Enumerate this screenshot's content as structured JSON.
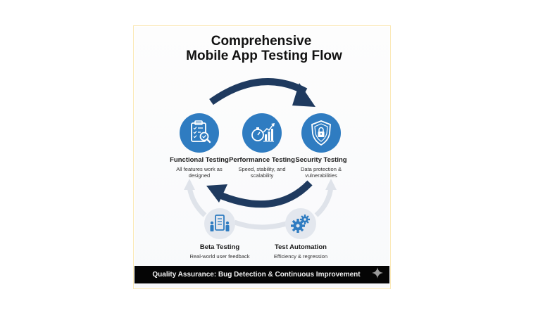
{
  "title": {
    "line1": "Comprehensive",
    "line2": "Mobile App Testing Flow"
  },
  "main_cycle": [
    {
      "id": "functional",
      "title": "Functional Testing",
      "desc": "All features work as designed",
      "icon": "clipboard-checklist-magnifier-icon"
    },
    {
      "id": "performance",
      "title": "Performance Testing",
      "desc": "Speed, stability, and scalability",
      "icon": "stopwatch-bar-chart-icon"
    },
    {
      "id": "security",
      "title": "Security Testing",
      "desc": "Data protection & vulnerabilities",
      "icon": "shield-lock-icon"
    }
  ],
  "secondary_cycle": [
    {
      "id": "beta",
      "title": "Beta Testing",
      "desc": "Real-world user feedback",
      "icon": "users-with-phone-icon"
    },
    {
      "id": "automation",
      "title": "Test Automation",
      "desc": "Efficiency & regression",
      "icon": "gears-icon"
    }
  ],
  "footer": {
    "text": "Quality Assurance: Bug Detection & Continuous Improvement"
  },
  "colors": {
    "primary_blue": "#2f7cc1",
    "arrow_navy": "#1f3a5f",
    "light_arrow": "#dfe3ea",
    "footer_bg": "#050505",
    "card_border": "#fbe9b7"
  }
}
